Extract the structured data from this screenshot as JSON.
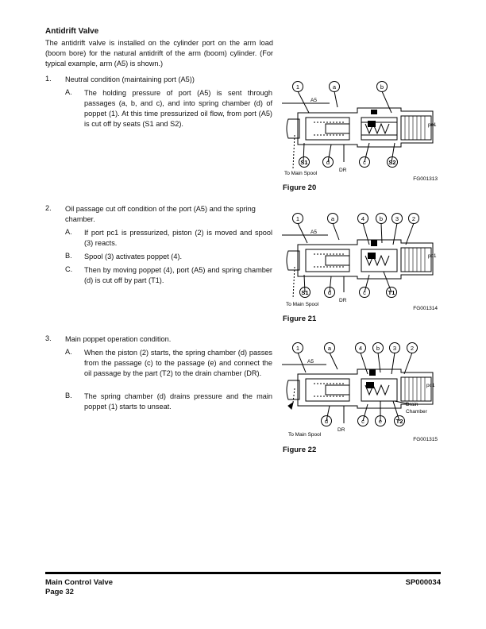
{
  "heading": "Antidrift Valve",
  "intro": "The antidrift valve is installed on the cylinder port on the arm load (boom bore) for the natural antidrift of the arm (boom) cylinder. (For typical example, arm (A5) is shown.)",
  "steps": [
    {
      "num": "1.",
      "title": "Neutral condition (maintaining port (A5))",
      "items": [
        {
          "letter": "A.",
          "text": "The holding pressure of port (A5) is sent through passages (a, b, and c), and into spring chamber (d) of poppet (1). At this time pressurized oil flow, from port (A5) is cut off by seats (S1 and S2)."
        }
      ]
    },
    {
      "num": "2.",
      "title": "Oil passage cut off condition of the port (A5) and the spring chamber.",
      "items": [
        {
          "letter": "A.",
          "text": "If port pc1 is pressurized, piston (2) is moved and spool (3) reacts."
        },
        {
          "letter": "B.",
          "text": "Spool (3) activates poppet (4)."
        },
        {
          "letter": "C.",
          "text": "Then by moving poppet (4), port (A5) and spring chamber (d) is cut off by part (T1)."
        }
      ]
    },
    {
      "num": "3.",
      "title": "Main poppet operation condition.",
      "items": [
        {
          "letter": "A.",
          "text": "When the piston (2) starts, the spring chamber (d) passes from the passage (c) to the passage (e) and connect the oil passage by the part (T2) to the drain chamber (DR)."
        },
        {
          "letter": "B.",
          "text": "The spring chamber (d) drains pressure and the main poppet (1) starts to unseat."
        }
      ]
    }
  ],
  "figures": [
    {
      "caption": "Figure 20",
      "code": "FG001313",
      "top_callouts": [
        "1",
        "a",
        "b"
      ],
      "bottom_callouts": [
        "S1",
        "d",
        "c",
        "S2"
      ],
      "labels": {
        "port": "A5",
        "pc": "pc1",
        "dr": "DR",
        "spool": "To Main Spool"
      }
    },
    {
      "caption": "Figure 21",
      "code": "FG001314",
      "top_callouts": [
        "1",
        "a",
        "4",
        "b",
        "3",
        "2"
      ],
      "bottom_callouts": [
        "S1",
        "d",
        "c",
        "T1"
      ],
      "labels": {
        "port": "A5",
        "pc": "pc1",
        "dr": "DR",
        "spool": "To Main Spool"
      }
    },
    {
      "caption": "Figure 22",
      "code": "FG001315",
      "top_callouts": [
        "1",
        "a",
        "4",
        "b",
        "3",
        "2"
      ],
      "bottom_callouts": [
        "d",
        "c",
        "e",
        "T2"
      ],
      "labels": {
        "port": "A5",
        "pc": "pc1",
        "dr": "DR",
        "spool": "To Main Spool",
        "drain1": "Drain",
        "drain2": "Chamber"
      }
    }
  ],
  "footer": {
    "section": "Main Control Valve",
    "page": "Page 32",
    "doc_id": "SP000034"
  }
}
